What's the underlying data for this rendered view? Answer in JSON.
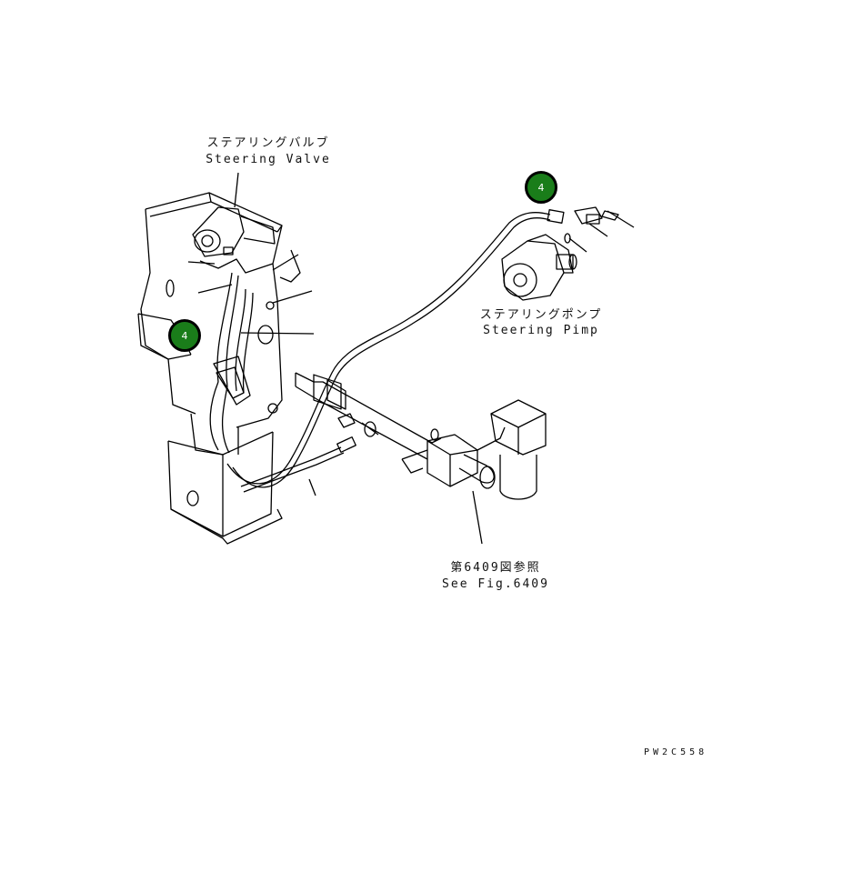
{
  "labels": {
    "steering_valve_jp": "ステアリングバルブ",
    "steering_valve_en": "Steering Valve",
    "steering_pump_jp": "ステアリングポンプ",
    "steering_pump_en": "Steering Pimp",
    "see_fig_jp": "第6409図参照",
    "see_fig_en": "See Fig.6409"
  },
  "markers": {
    "left": "4",
    "right": "4"
  },
  "drawing_code": "PW2C558",
  "colors": {
    "marker_fill": "#1a7d1a",
    "line": "#000000",
    "background": "#ffffff"
  }
}
